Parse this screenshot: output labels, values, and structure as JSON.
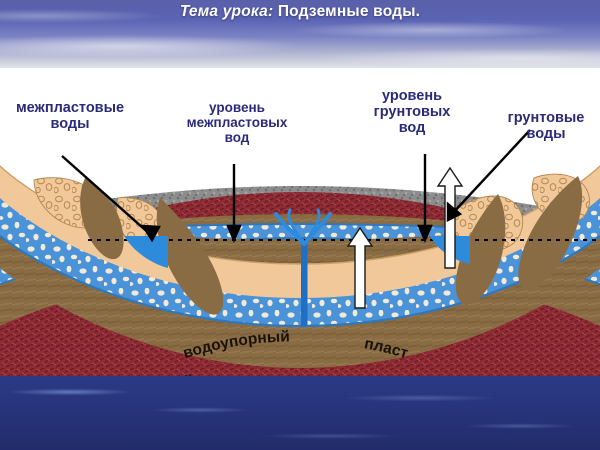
{
  "slide": {
    "title_prefix": "Тема урока:",
    "title_rest": " Подземные воды.",
    "accent_label_color": "#2b2a7a",
    "sky_color_top": "#5a5fa8",
    "sea_color": "#28357c"
  },
  "labels": {
    "interbed_water": "межпластовые\nводы",
    "interbed_level_l1": "уровень",
    "interbed_level_l2": "межпластовых",
    "interbed_level_l3": "вод",
    "ground_level_l1": "уровень",
    "ground_level_l2": "грунтовых",
    "ground_level_l3": "вод",
    "ground_water_l1": "грунтовые",
    "ground_water_l2": "воды"
  },
  "diagram": {
    "layer_label_upper_a": "водоупорный",
    "layer_label_upper_b": "пласт",
    "layer_label_lower_a": "водоупорный",
    "layer_label_lower_b": "пласт",
    "colors": {
      "topsoil": "#f0c89a",
      "aquiclude": "#8a6c44",
      "aquifer_water": "#4a93d9",
      "gravel_grain": "#f2ead6",
      "bedrock_red": "#8e2b34",
      "bedrock_grey": "#8d8d8d",
      "well_pipe": "#1f6fc4",
      "pointer_arrow": "#000000",
      "water_table_dash": "#000000"
    }
  }
}
